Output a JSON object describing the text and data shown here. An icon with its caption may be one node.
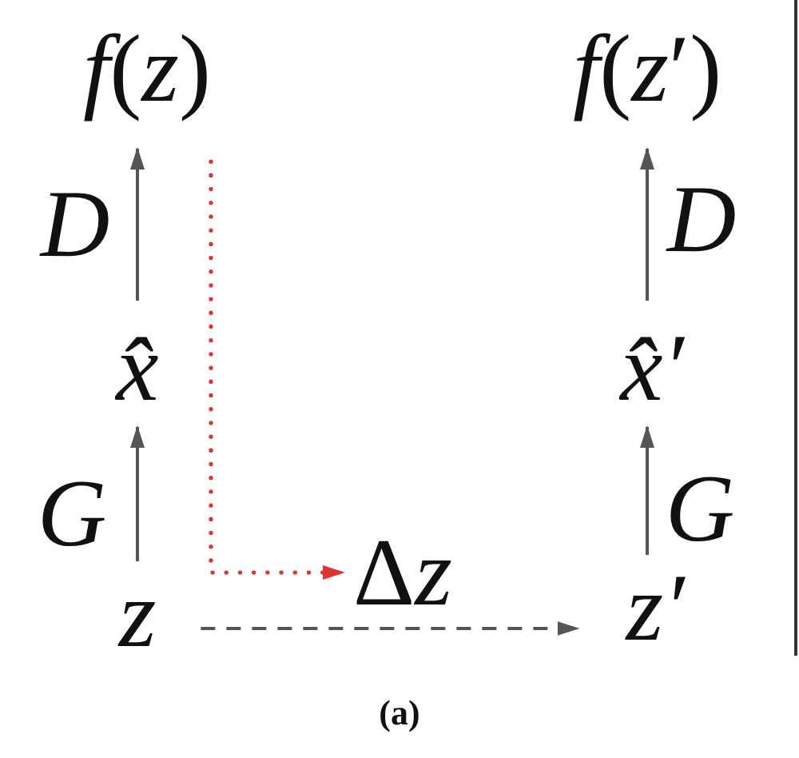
{
  "diagram": {
    "caption": "(a)",
    "nodes": [
      {
        "text": [
          "*f*(*z*)"
        ]
      },
      {
        "text": [
          "x̂"
        ]
      },
      {
        "text": [
          "z"
        ]
      },
      {
        "text": [
          "Δz"
        ]
      },
      {
        "text": [
          "*f*(*z*′)"
        ]
      },
      {
        "text": [
          "x̂′"
        ]
      },
      {
        "text": [
          "z′"
        ]
      }
    ],
    "edges": [
      {
        "from": 1,
        "to": 0,
        "arrow": "to",
        "label": "D"
      },
      {
        "from": 2,
        "to": 1,
        "arrow": "to",
        "label": "G"
      },
      {
        "from": 0,
        "to": 3,
        "arrow": "to",
        "style": "dashed",
        "color": "#dd3333"
      },
      {
        "from": 2,
        "to": 6,
        "arrow": "to",
        "style": "dashed"
      },
      {
        "from": 5,
        "to": 4,
        "arrow": "to",
        "label": "D"
      },
      {
        "from": 6,
        "to": 5,
        "arrow": "to",
        "label": "G"
      }
    ]
  }
}
